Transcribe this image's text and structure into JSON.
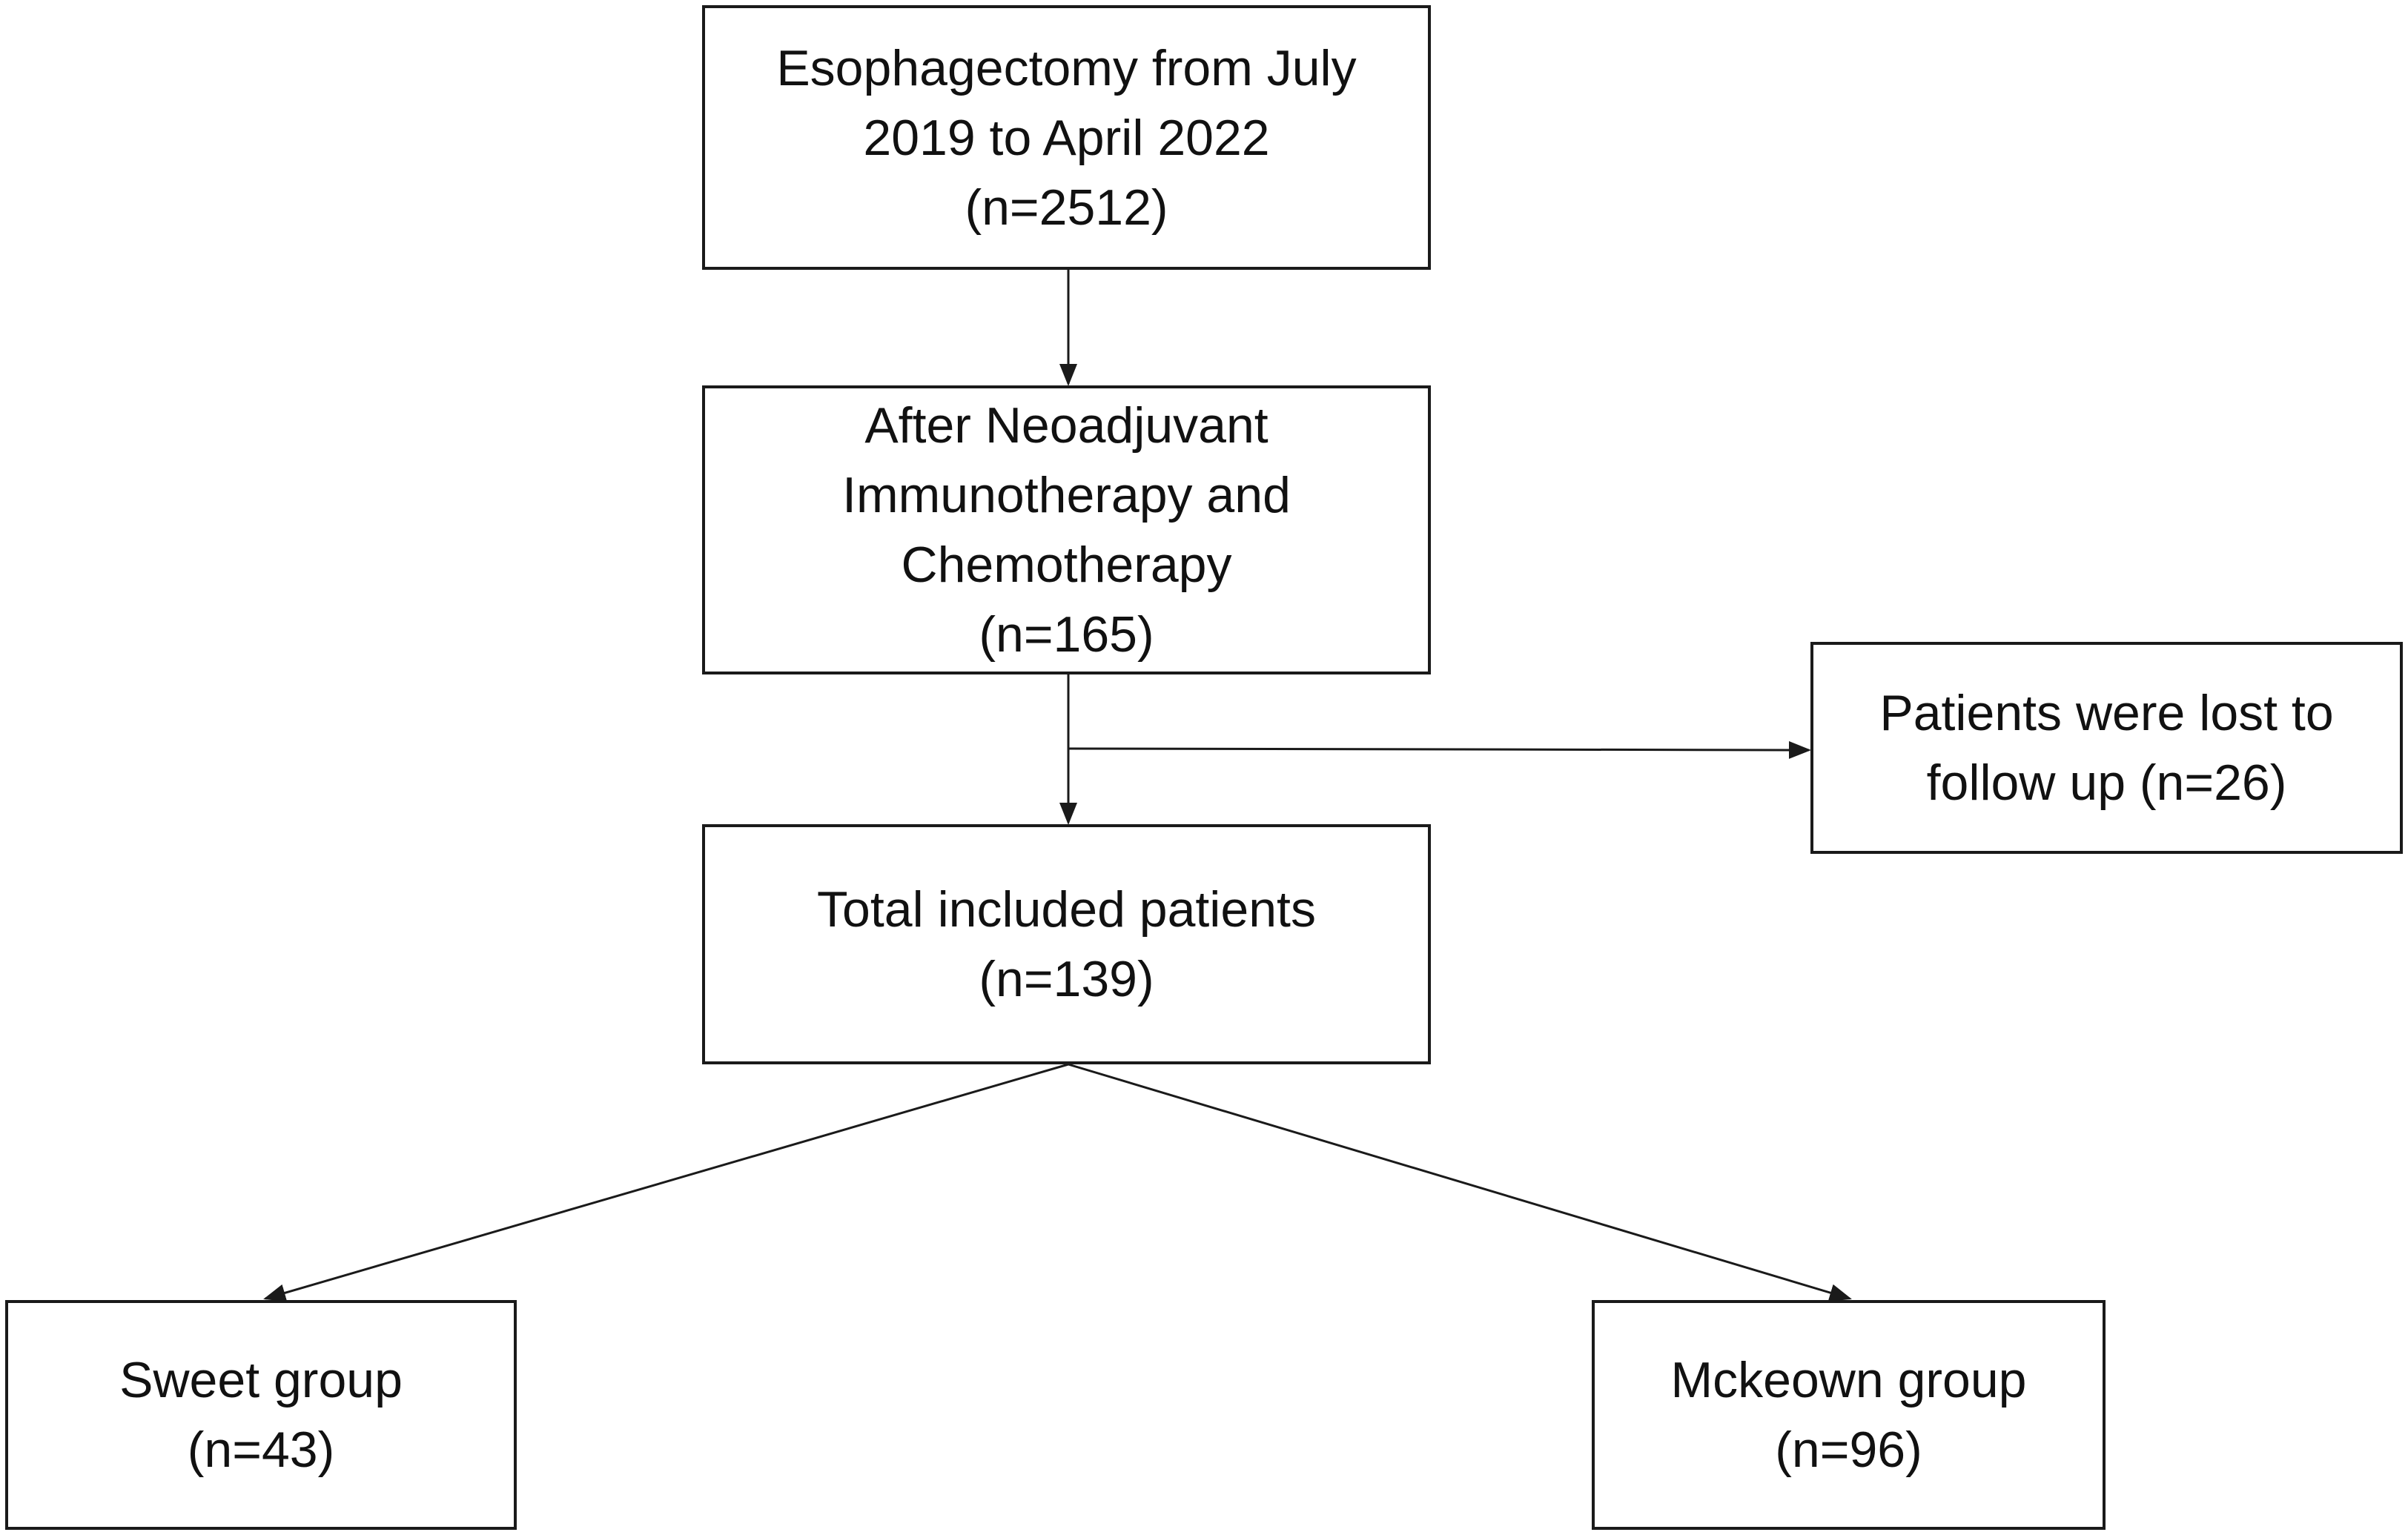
{
  "boxes": {
    "esophagectomy": {
      "lines": [
        "Esophagectomy from July",
        "2019 to April 2022",
        "(n=2512)"
      ]
    },
    "neoadjuvant": {
      "lines": [
        "After Neoadjuvant",
        "Immunotherapy and",
        "Chemotherapy",
        "(n=165)"
      ]
    },
    "lost": {
      "lines": [
        "Patients were lost to",
        "follow up (n=26)"
      ]
    },
    "included": {
      "lines": [
        "Total included patients",
        "(n=139)"
      ]
    },
    "sweet": {
      "lines": [
        "Sweet group",
        "(n=43)"
      ]
    },
    "mckeown": {
      "lines": [
        "Mckeown group",
        "(n=96)"
      ]
    }
  },
  "colors": {
    "line": "#1a1a1a",
    "text": "#111111",
    "background": "#ffffff"
  }
}
